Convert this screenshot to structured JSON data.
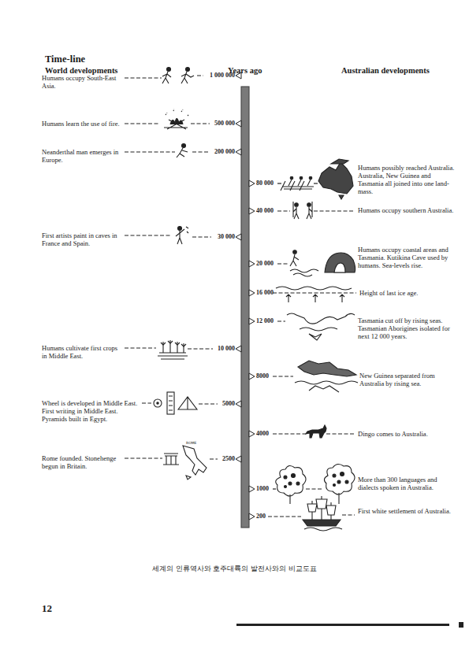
{
  "diagram": {
    "title": "Time-line",
    "caption": "세계의 인류역사와 호주대륙의 발전사와의 비교도표",
    "labels": [
      "World developments",
      "Years ago",
      "Australian developments",
      "Humans occupy South-East Asia.",
      "1 000 000",
      "Humans learn the use of fire.",
      "500 000",
      "Neanderthal man emerges in Europe.",
      "200 000",
      "80 000",
      "Humans possibly reached Australia. Australia, New Guinea and Tasmania all joined into one land-mass.",
      "40 000",
      "Humans occupy southern Australia.",
      "First artists paint in caves in France and Spain.",
      "30 000",
      "20 000",
      "Humans occupy coastal areas and Tasmania. Kutikina Cave used by humans. Sea-levels rise.",
      "16 000",
      "Height of last ice age.",
      "12 000",
      "Tasmania cut off by rising seas. Tasmanian Aborigines isolated for next 12 000 years.",
      "Humans cultivate first crops in Middle East.",
      "10 000",
      "8000",
      "New Guinea separated from Australia by rising sea.",
      "Wheel is developed in Middle East. First writing in Middle East. Pyramids built in Egypt.",
      "5000",
      "4000",
      "Dingo comes to Australia.",
      "Rome founded. Stonehenge begun in Britain.",
      "2500",
      "ROME",
      "1000",
      "More than 300 languages and dialects spoken in Australia.",
      "200",
      "First white settlement of Australia.",
      "12"
    ]
  }
}
